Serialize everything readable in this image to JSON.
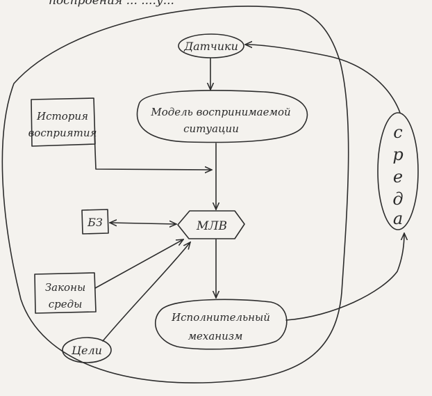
{
  "diagram": {
    "header_fragment": "поспроения ... ....у...",
    "nodes": {
      "sensors": "Датчики",
      "situation_model_line1": "Модель воспринимаемой",
      "situation_model_line2": "ситуации",
      "perception_history_line1": "История",
      "perception_history_line2": "восприятия",
      "mlv": "МЛВ",
      "kb": "БЗ",
      "env_laws_line1": "Законы",
      "env_laws_line2": "среды",
      "goals": "Цели",
      "executor_line1": "Исполнительный",
      "executor_line2": "механизм",
      "environment_letters": [
        "с",
        "р",
        "е",
        "д",
        "а"
      ]
    },
    "ink_color": "#2c2c2c",
    "paper_color": "#f4f2ee"
  }
}
